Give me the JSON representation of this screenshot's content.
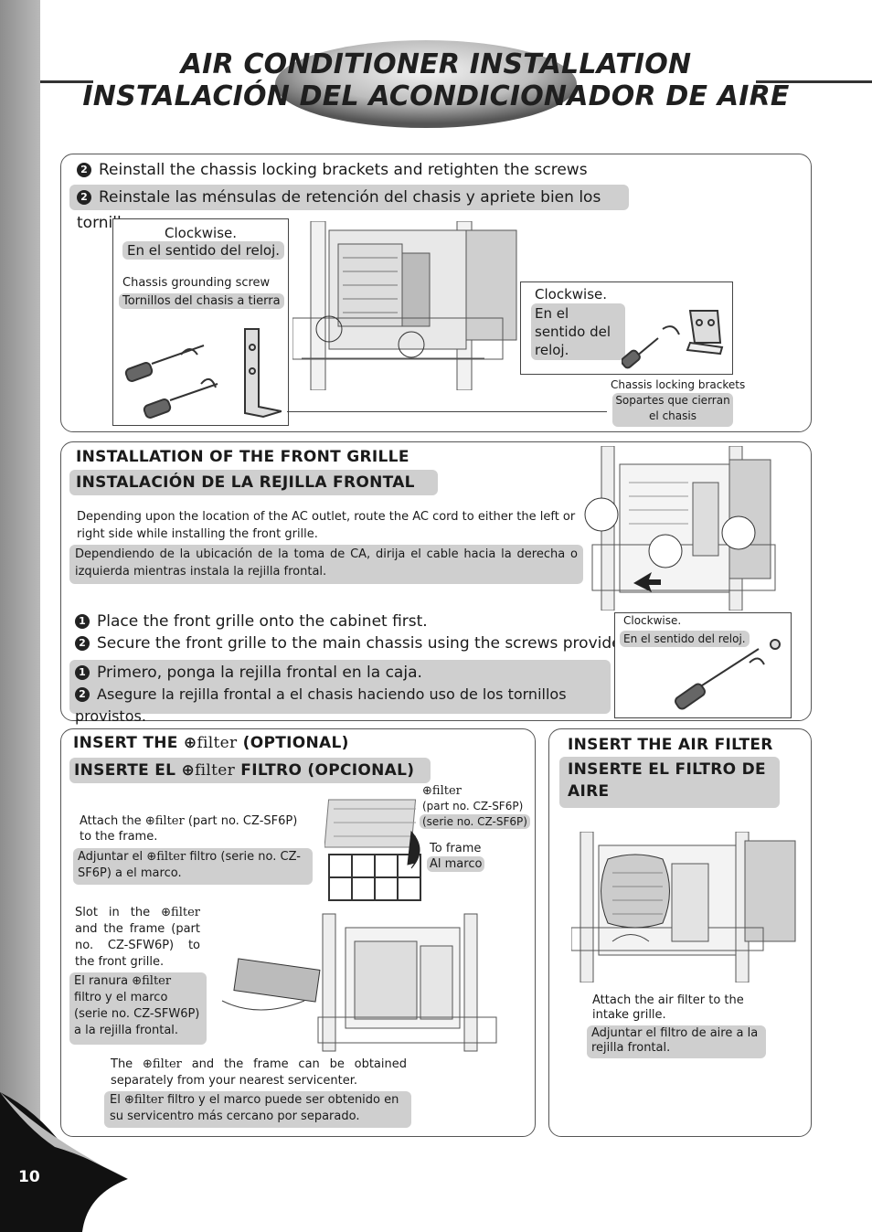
{
  "page": {
    "number": "10"
  },
  "title": {
    "line1": "AIR CONDITIONER INSTALLATION",
    "line2": "INSTALACIÓN DEL ACONDICIONADOR DE AIRE"
  },
  "section1": {
    "step_en_num": "2",
    "step_en": "Reinstall the chassis locking brackets and retighten the screws",
    "step_es_num": "2",
    "step_es": "Reinstale las ménsulas de retención del chasis y apriete bien los tornillos",
    "left_fig": {
      "clockwise_en": "Clockwise.",
      "clockwise_es": "En el sentido del reloj.",
      "screw_en": "Chassis grounding screw",
      "screw_es": "Tornillos del chasis a tierra"
    },
    "right_fig": {
      "clockwise_en": "Clockwise.",
      "clockwise_es": "En el sentido del reloj."
    },
    "brackets_en": "Chassis locking brackets",
    "brackets_es": "Sopartes que cierran el chasis"
  },
  "section2": {
    "heading_en": "INSTALLATION OF THE FRONT GRILLE",
    "heading_es": "INSTALACIÓN DE LA REJILLA FRONTAL",
    "para_en": "Depending upon the location of the AC outlet, route the AC cord to either the left or right side while installing the front grille.",
    "para_es": "Dependiendo de la ubicación de la toma de CA, dirija el cable hacia la derecha o izquierda mientras instala la rejilla frontal.",
    "steps_en": [
      {
        "num": "1",
        "text": "Place the front grille onto the cabinet first."
      },
      {
        "num": "2",
        "text": "Secure the front grille to the main chassis using the screws provided."
      }
    ],
    "steps_es": [
      {
        "num": "1",
        "text": "Primero, ponga la rejilla frontal en la caja."
      },
      {
        "num": "2",
        "text": "Asegure la rejilla frontal a el chasis haciendo uso de los tornillos provistos."
      }
    ],
    "fig_clockwise_en": "Clockwise.",
    "fig_clockwise_es": "En el sentido del reloj."
  },
  "section3": {
    "heading_en_pre": "INSERT THE",
    "heading_en_post": "(OPTIONAL)",
    "heading_es_pre": "INSERTE EL",
    "heading_es_post": "FILTRO (OPCIONAL)",
    "efilter_label": "filter",
    "attach_en_pre": "Attach the",
    "attach_en_post": "(part no. CZ-SF6P) to the frame.",
    "attach_es_pre": "Adjuntar el",
    "attach_es_post": "filtro (serie no. CZ-SF6P) a el marco.",
    "fig_part_en": "(part no. CZ-SF6P)",
    "fig_part_es": "(serie no. CZ-SF6P)",
    "to_frame_en": "To frame",
    "to_frame_es": "Al marco",
    "slot_en_pre": "Slot in the",
    "slot_en_post": "and the frame (part no. CZ-SFW6P) to the front grille.",
    "slot_es_pre": "El ranura",
    "slot_es_post": "filtro y el marco (serie no. CZ-SFW6P) a la rejilla frontal.",
    "obtain_en_pre": "The",
    "obtain_en_post": "and the frame can be obtained separately from your nearest servicenter.",
    "obtain_es_pre": "El",
    "obtain_es_post": "filtro y el marco puede ser obtenido en su servicentro más cercano por separado."
  },
  "section4": {
    "heading_en": "INSERT THE AIR FILTER",
    "heading_es": "INSERTE EL FILTRO DE AIRE",
    "attach_en": "Attach the air filter to the intake grille.",
    "attach_es": "Adjuntar el filtro de aire a la rejilla frontal."
  }
}
